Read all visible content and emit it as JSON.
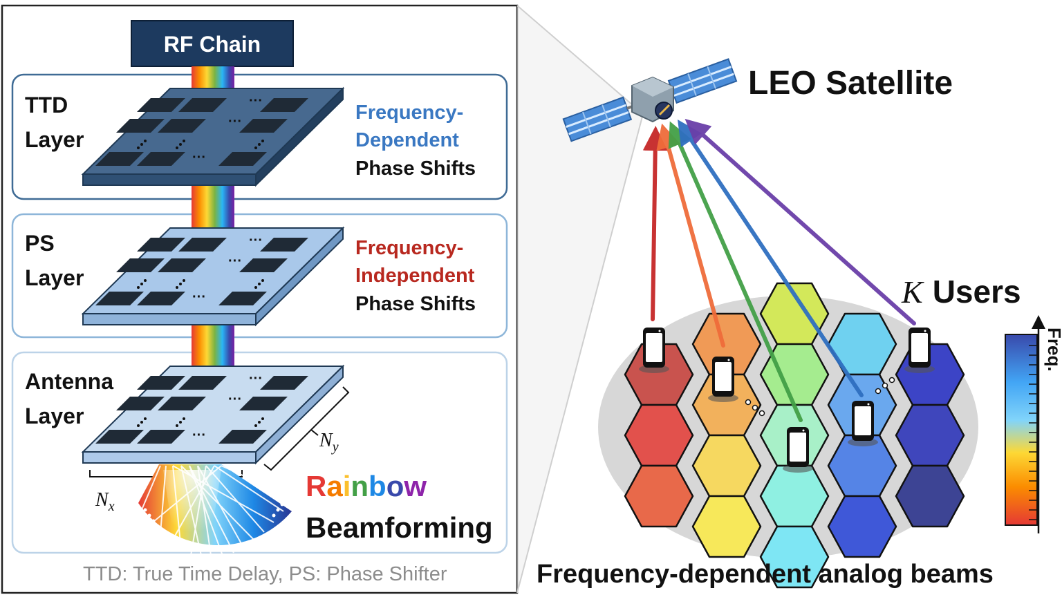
{
  "left_panel": {
    "rf_chain": "RF Chain",
    "layers": [
      {
        "title_line1": "TTD",
        "title_line2": "Layer",
        "desc_line1": "Frequency-",
        "desc_line2": "Dependent",
        "desc_line3": "Phase Shifts",
        "desc_color": "#3a78c2"
      },
      {
        "title_line1": "PS",
        "title_line2": "Layer",
        "desc_line1": "Frequency-",
        "desc_line2": "Independent",
        "desc_line3": "Phase Shifts",
        "desc_color": "#b8281f"
      },
      {
        "title_line1": "Antenna",
        "title_line2": "Layer"
      }
    ],
    "ellipsis": "···",
    "nx_symbol": "N",
    "nx_sub": "x",
    "ny_symbol": "N",
    "ny_sub": "y",
    "rainbow_word": "Rainbow",
    "rainbow_colors": [
      "#e53935",
      "#f57c00",
      "#fbc02d",
      "#43a047",
      "#1e88e5",
      "#3949ab",
      "#8e24aa"
    ],
    "beamforming_word": "Beamforming",
    "footnote": "TTD:  True Time Delay,  PS:  Phase Shifter"
  },
  "right_panel": {
    "satellite_label": "LEO Satellite",
    "users_symbol": "K",
    "users_label": "Users",
    "freq_label": "Freq.",
    "caption": "Frequency-dependent analog beams",
    "beam_colors": [
      "#c62828",
      "#ef6c3a",
      "#43a047",
      "#2f6fc0",
      "#6a3fa8"
    ]
  }
}
